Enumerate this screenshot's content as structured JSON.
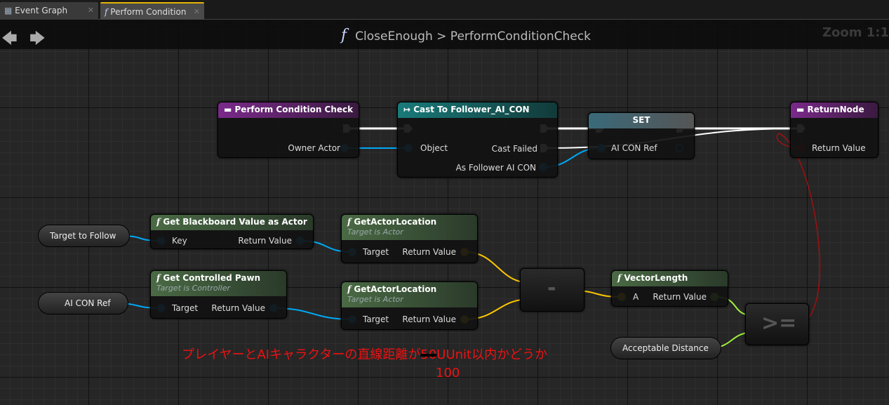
{
  "tabs": [
    {
      "label": "Event Graph",
      "icon": "grid-icon"
    },
    {
      "label": "Perform Condition",
      "icon": "function-icon",
      "active": true
    }
  ],
  "header": {
    "function_symbol": "f",
    "crumb_parent": "CloseEnough",
    "separator": ">",
    "crumb_current": "PerformConditionCheck",
    "zoom": "Zoom 1:1"
  },
  "nodes": {
    "perform": {
      "title": "Perform Condition Check",
      "pin_owner": "Owner Actor"
    },
    "cast": {
      "title": "Cast To Follower_AI_CON",
      "pin_object": "Object",
      "pin_failed": "Cast Failed",
      "pin_as": "As Follower AI CON"
    },
    "set": {
      "title": "SET",
      "pin_ref": "AI CON Ref"
    },
    "ret": {
      "title": "ReturnNode",
      "pin_value": "Return Value"
    },
    "bb": {
      "title": "Get Blackboard Value as Actor",
      "pin_key": "Key",
      "pin_ret": "Return Value"
    },
    "gal1": {
      "title": "GetActorLocation",
      "subtitle": "Target is Actor",
      "pin_target": "Target",
      "pin_ret": "Return Value"
    },
    "gcp": {
      "title": "Get Controlled Pawn",
      "subtitle": "Target is Controller",
      "pin_target": "Target",
      "pin_ret": "Return Value"
    },
    "gal2": {
      "title": "GetActorLocation",
      "subtitle": "Target is Actor",
      "pin_target": "Target",
      "pin_ret": "Return Value"
    },
    "sub": {
      "op": "-"
    },
    "vl": {
      "title": "VectorLength",
      "pin_a": "A",
      "pin_ret": "Return Value"
    },
    "ge": {
      "op": ">="
    }
  },
  "variables": {
    "target": "Target to Follow",
    "aicon": "AI CON Ref",
    "dist": "Acceptable Distance"
  },
  "comment": {
    "before": "プレイヤーとAIキャラクターの直線距離が",
    "struck": "50",
    "after": "UUnit以内かどうか",
    "replacement": "100"
  },
  "colors": {
    "exec": "#ffffff",
    "object": "#00a8f4",
    "vector": "#fdc600",
    "float": "#a0f03c",
    "bool": "#8e0000",
    "function_header": "#5a8a4a",
    "event_header": "#7a2a8a",
    "cast_header": "#1a7a7a",
    "comment": "#e01010"
  }
}
